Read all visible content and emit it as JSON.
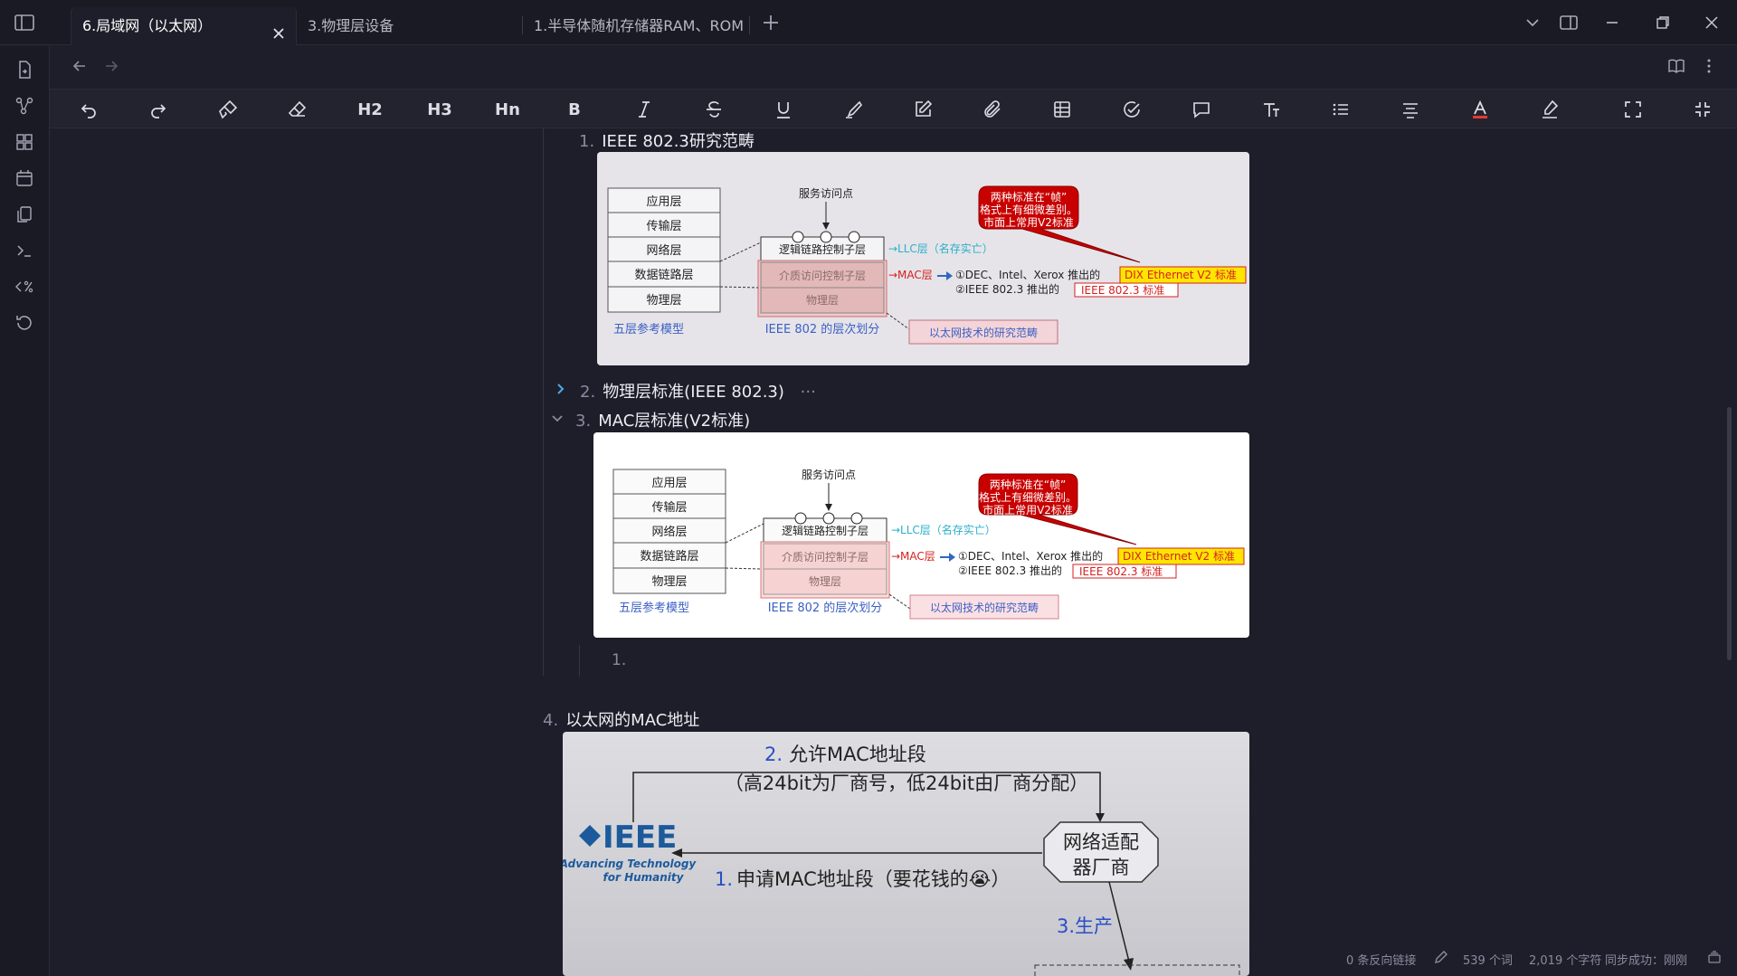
{
  "tabs": [
    {
      "label": "6.局域网（以太网）",
      "active": true
    },
    {
      "label": "3.物理层设备",
      "active": false
    },
    {
      "label": "1.半导体随机存储器RAM、ROM",
      "active": false
    }
  ],
  "toolbar": {
    "h2": "H2",
    "h3": "H3",
    "hn": "Hn",
    "bold": "B",
    "font_color": "#e53935"
  },
  "editor": {
    "items": [
      {
        "number": "1.",
        "text": "IEEE 802.3研究范畴"
      },
      {
        "number": "2.",
        "text": "物理层标准(IEEE 802.3)",
        "collapsed": true,
        "ellipsis": "···"
      },
      {
        "number": "3.",
        "text": "MAC层标准(V2标准)",
        "collapsed": false
      },
      {
        "number": "1.",
        "text": ""
      },
      {
        "number": "4.",
        "text": "以太网的MAC地址"
      }
    ]
  },
  "figure_layers": {
    "five_layer": [
      "应用层",
      "传输层",
      "网络层",
      "数据链路层",
      "物理层"
    ],
    "five_layer_caption": "五层参考模型",
    "sap": "服务访问点",
    "llc_box": "逻辑链路控制子层",
    "mac_box": "介质访问控制子层",
    "phy_box": "物理层",
    "ieee_caption": "IEEE 802 的层次划分",
    "llc_note": "→LLC层（名存实亡）",
    "mac_note": "→MAC层",
    "line1_prefix": "①DEC、Intel、Xerox 推出的",
    "line1_hl": "DIX Ethernet V2 标准",
    "line2_prefix": "②IEEE 802.3 推出的",
    "line2_hl": "IEEE 802.3 标准",
    "callout_1": "两种标准在“帧”",
    "callout_2": "格式上有细微差别。",
    "callout_3": "市面上常用V2标准",
    "scope_box": "以太网技术的研究范畴"
  },
  "figure_mac": {
    "step2_num": "2.",
    "step2": "允许MAC地址段",
    "step2_sub": "（高24bit为厂商号，低24bit由厂商分配）",
    "ieee_logo": "IEEE",
    "ieee_tag1": "Advancing Technology",
    "ieee_tag2": "for Humanity",
    "step1_num": "1.",
    "step1": "申请MAC地址段（要花钱的😭）",
    "vendor_1": "网络适配",
    "vendor_2": "器厂商",
    "step3": "3.生产"
  },
  "status": {
    "backlinks": "0 条反向链接",
    "words": "539 个词",
    "chars": "2,019 个字符",
    "sync": "同步成功：刚刚"
  }
}
